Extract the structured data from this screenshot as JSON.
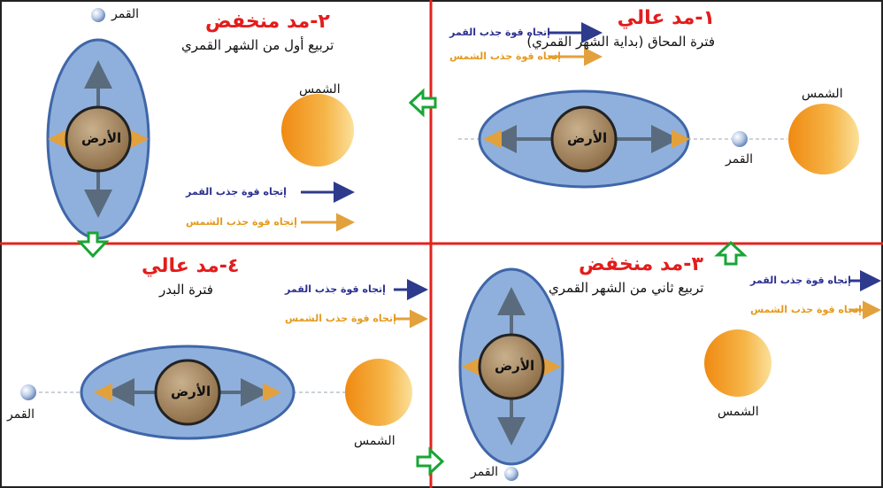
{
  "colors": {
    "divider": "#e3231e",
    "ocean": "#8fb0dc",
    "ocean_stroke": "#3f66a8",
    "earth": "#8a6a44",
    "moon_arrow": "#2e3a8c",
    "sun_arrow": "#e2a13c",
    "shift_arrow": "#18a535",
    "sun": "#f4a52d"
  },
  "icons": {
    "shift": "green-hollow-arrow-icon",
    "moon": "moon-sphere-icon",
    "sun": "sun-sphere-icon"
  },
  "panels": [
    {
      "title": "١-مد عالي",
      "subtitle": "فترة المحاق (بداية الشهر القمري)",
      "legend_moon": "إتجاه قوة جذب القمر",
      "legend_sun": "إتجاه قوة جذب الشمس",
      "earth": "الأرض",
      "moon": "القمر",
      "sun": "الشمس"
    },
    {
      "title": "٢-مد منخفض",
      "subtitle": "تربيع أول من الشهر القمري",
      "legend_moon": "إتجاه قوة جذب القمر",
      "legend_sun": "إتجاه قوة جذب الشمس",
      "earth": "الأرض",
      "moon": "القمر",
      "sun": "الشمس"
    },
    {
      "title": "٣-مد منخفض",
      "subtitle": "تربيع ثاني من الشهر القمري",
      "legend_moon": "إتجاه قوة جذب القمر",
      "legend_sun": "إتجاه قوة جذب الشمس",
      "earth": "الأرض",
      "moon": "القمر",
      "sun": "الشمس"
    },
    {
      "title": "٤-مد عالي",
      "subtitle": "فترة البدر",
      "legend_moon": "إتجاه قوة جذب القمر",
      "legend_sun": "إتجاه قوة جذب الشمس",
      "earth": "الأرض",
      "moon": "القمر",
      "sun": "الشمس"
    }
  ]
}
